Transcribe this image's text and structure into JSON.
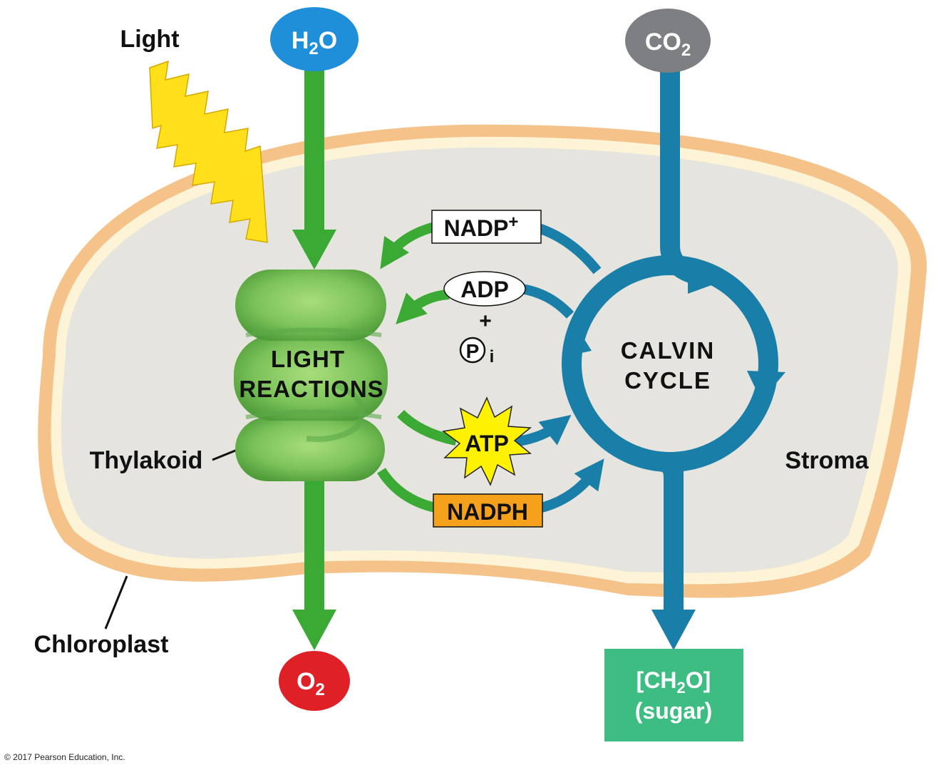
{
  "labels": {
    "light": "Light",
    "water_main": "H",
    "water_sub": "2",
    "water_tail": "O",
    "co2_main": "CO",
    "co2_sub": "2",
    "oxygen_main": "O",
    "oxygen_sub": "2",
    "light_reactions_line1": "LIGHT",
    "light_reactions_line2": "REACTIONS",
    "calvin_line1": "CALVIN",
    "calvin_line2": "CYCLE",
    "nadp_main": "NADP",
    "nadp_sup": "+",
    "adp": "ADP",
    "plus": "+",
    "phosphate_symbol": "P",
    "phosphate_sub": "i",
    "atp": "ATP",
    "nadph": "NADPH",
    "thylakoid": "Thylakoid",
    "stroma": "Stroma",
    "chloroplast": "Chloroplast",
    "sugar_line1_a": "[CH",
    "sugar_line1_sub": "2",
    "sugar_line1_b": "O]",
    "sugar_line2": "(sugar)"
  },
  "copyright": "© 2017 Pearson Education, Inc.",
  "colors": {
    "membrane_outer": "#f5c28a",
    "membrane_inner": "#fdf3d6",
    "stroma": "#e6e4de",
    "green_arrow": "#3aaa35",
    "blue_arrow": "#1a7fa8",
    "water": "#1e8fd8",
    "co2": "#7d7f82",
    "oxygen": "#e02027",
    "sugar_box": "#3dbd82",
    "nadph_box": "#f5a11c",
    "atp_star": "#fff200",
    "lightning": "#ffe01a"
  }
}
